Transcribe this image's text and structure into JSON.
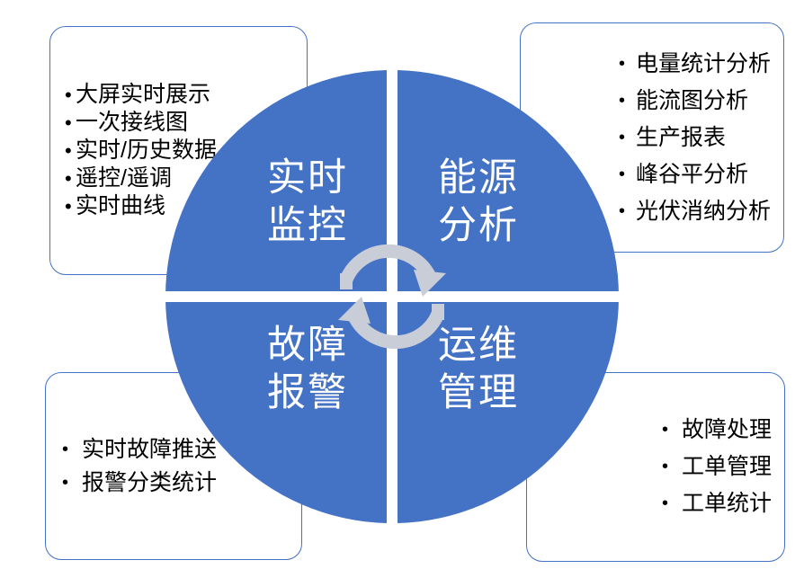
{
  "theme": {
    "accent_blue": "#4472C4",
    "arrow_gray": "#C9CDD8",
    "label_text": "#FFFFFF",
    "body_text": "#000000",
    "background": "#FFFFFF"
  },
  "center_wheel": {
    "name": "four-quadrant-circle",
    "quadrants": [
      {
        "id": "top-left",
        "label": "实时\n监控"
      },
      {
        "id": "top-right",
        "label": "能源\n分析"
      },
      {
        "id": "bottom-left",
        "label": "故障\n报警"
      },
      {
        "id": "bottom-right",
        "label": "运维\n管理"
      }
    ],
    "center_icon": "circular-cycle-arrows"
  },
  "boxes": {
    "top_left": {
      "name": "realtime-monitoring-features",
      "bullet": "•",
      "items": [
        "大屏实时展示",
        "一次接线图",
        "实时/历史数据",
        "遥控/遥调",
        "实时曲线"
      ]
    },
    "top_right": {
      "name": "energy-analysis-features",
      "bullet": "•",
      "items": [
        "电量统计分析",
        "能流图分析",
        "生产报表",
        "峰谷平分析",
        "光伏消纳分析"
      ]
    },
    "bottom_left": {
      "name": "fault-alarm-features",
      "bullet": "•",
      "items": [
        "实时故障推送",
        "报警分类统计"
      ]
    },
    "bottom_right": {
      "name": "operations-management-features",
      "bullet": "•",
      "items": [
        "故障处理",
        "工单管理",
        "工单统计"
      ]
    }
  }
}
